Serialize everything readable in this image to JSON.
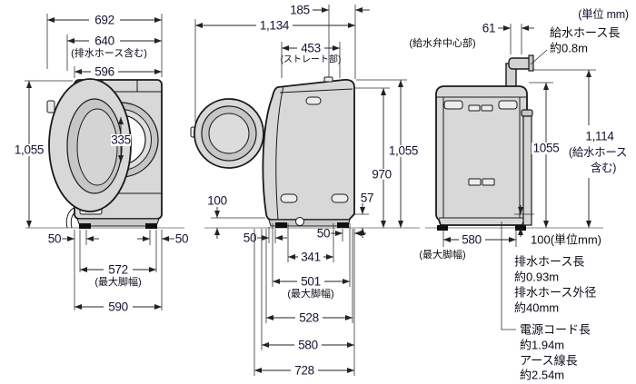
{
  "unit_note": "(単位 mm)",
  "colors": {
    "body_fill": "#d8d8d8",
    "ring_fill": "#c6c6c6",
    "line": "#1a1a1a",
    "dim_text": "#141432"
  },
  "front_view": {
    "width_overall": "692",
    "width_incl_drain_hose": "640",
    "drain_hose_note": "(排水ホース含む)",
    "width_body": "596",
    "height": "1,055",
    "door_opening_diameter": "335",
    "foot_offset_left": "50",
    "foot_offset_right": "50",
    "max_foot_width": "572",
    "max_foot_width_note": "(最大脚幅)",
    "base_width": "590"
  },
  "side_view": {
    "top_rear_offset": "185",
    "depth_door_open": "1,134",
    "straight_depth": "453",
    "straight_depth_note": "(ストレート部)",
    "height": "1,055",
    "rear_height": "970",
    "front_clearance": "100",
    "rear_clearance": "57",
    "front_foot_offset": "50",
    "rear_foot_offset": "50",
    "foot_span_inner": "341",
    "max_foot_depth": "501",
    "max_foot_depth_note": "(最大脚幅)",
    "body_depth": "528",
    "base_depth": "580",
    "total_depth": "728"
  },
  "rear_view": {
    "valve_offset": "61",
    "valve_offset_note": "(給水弁中心部)",
    "supply_hose_label": "給水ホース長",
    "supply_hose_length": "約0.8m",
    "height": "1055",
    "height_incl_hose": "1,114",
    "height_incl_hose_note_1": "(給水ホース",
    "height_incl_hose_note_2": "含む)",
    "max_foot_width": "580",
    "max_foot_width_note": "(最大脚幅)",
    "bottom_offset": "100(単位mm)",
    "drain_hose_label": "排水ホース長",
    "drain_hose_length": "約0.93m",
    "drain_hose_od_label": "排水ホース外径",
    "drain_hose_od": "約40mm",
    "power_cord_label": "電源コード長",
    "power_cord_length": "約1.94m",
    "earth_wire_label": "アース線長",
    "earth_wire_length": "約2.54m"
  }
}
